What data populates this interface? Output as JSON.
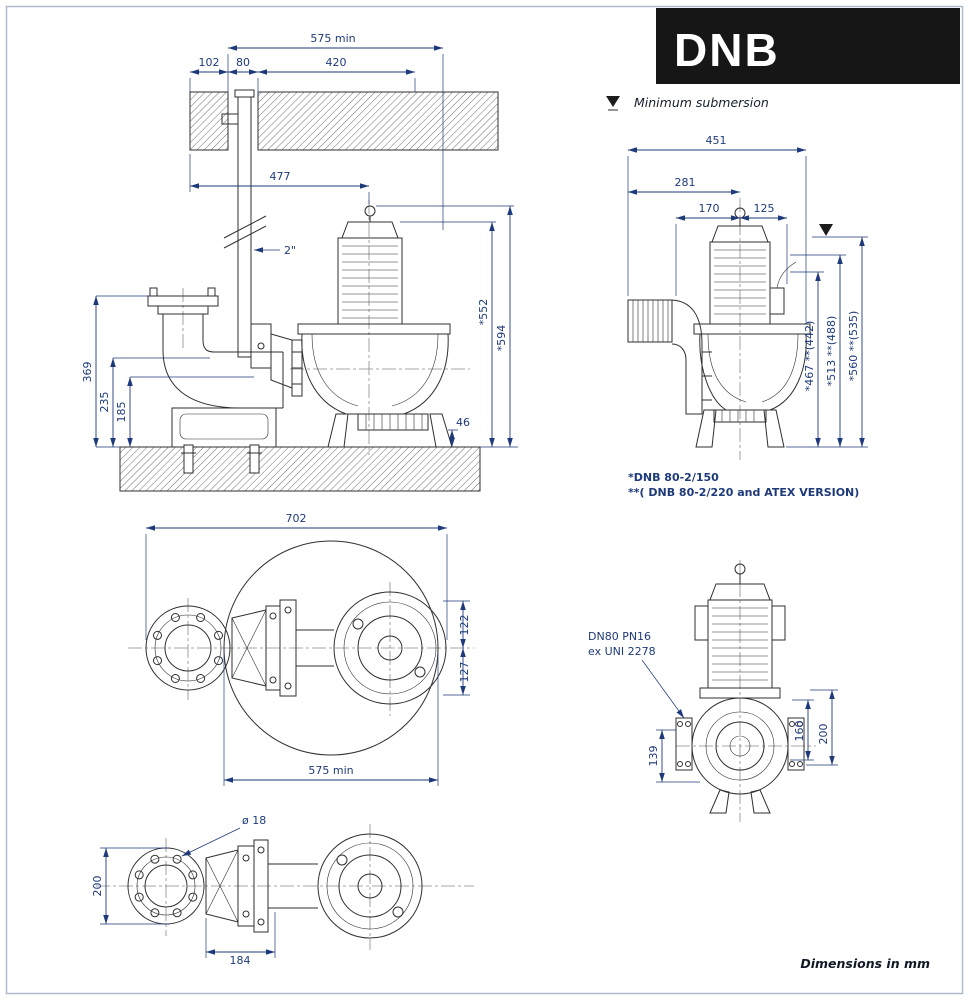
{
  "title": "DNB",
  "legend": {
    "label": "Minimum submersion"
  },
  "notes": {
    "line1": "*DNB 80-2/150",
    "line2": "**( DNB 80-2/220 and ATEX VERSION)"
  },
  "footer": {
    "note": "Dimensions in mm"
  },
  "colors": {
    "dimension": "#1e3a7a",
    "drawing": "#2f2f2f",
    "title_bg": "#161616",
    "title_fg": "#ffffff"
  },
  "views": {
    "installation": {
      "dims": {
        "min_width": "575 min",
        "a102": "102",
        "a80": "80",
        "a420": "420",
        "a477": "477",
        "pipe": "2\"",
        "h369": "369",
        "h235": "235",
        "h185": "185",
        "h552": "*552",
        "h594": "*594",
        "h46": "46"
      }
    },
    "freestanding": {
      "dims": {
        "a451": "451",
        "a281": "281",
        "a170": "170",
        "a125": "125",
        "h467": "*467 **(442)",
        "h513": "*513 **(488)",
        "h560": "*560 **(535)"
      }
    },
    "plan": {
      "dims": {
        "a702": "702",
        "h122": "122",
        "h127": "127",
        "min575": "575 min"
      }
    },
    "front": {
      "flange1": "DN80 PN16",
      "flange2": "ex UNI 2278",
      "dims": {
        "h139": "139",
        "h160": "160",
        "h200": "200"
      }
    },
    "base_plan": {
      "dims": {
        "hole": "ø 18",
        "od200": "200",
        "a184": "184"
      }
    }
  }
}
